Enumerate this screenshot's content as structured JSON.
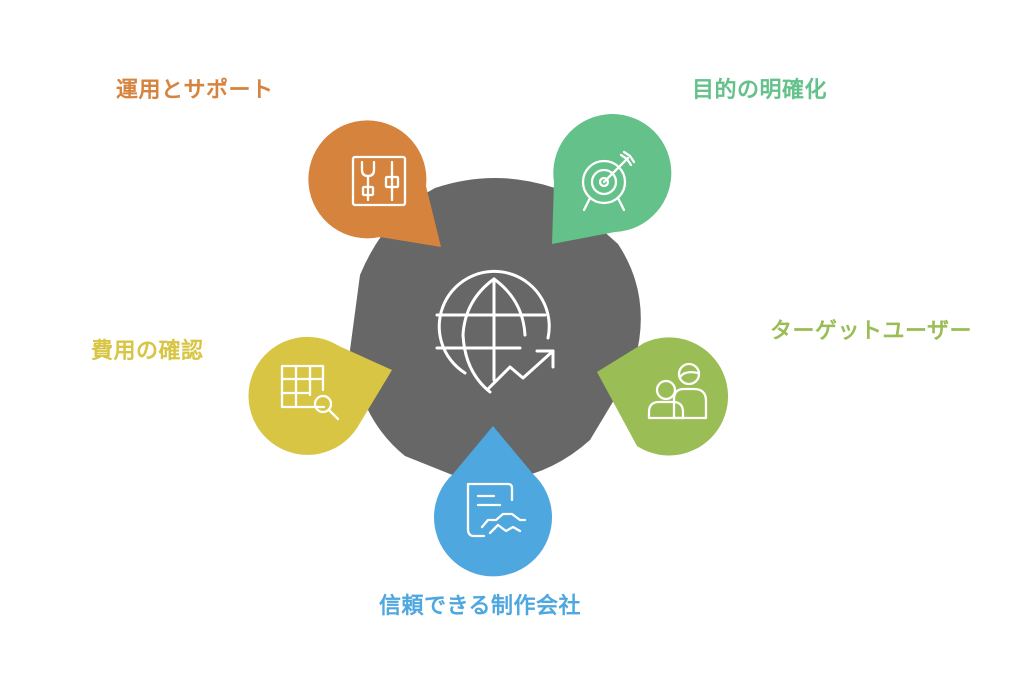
{
  "colors": {
    "center": "#676767",
    "support": "#D6843D",
    "purpose": "#63C189",
    "target": "#9ABD55",
    "cost": "#D8C543",
    "partner": "#4EA7DE",
    "icon_stroke": "#ffffff"
  },
  "center": {
    "icon": "globe-growth-icon"
  },
  "nodes": [
    {
      "key": "support",
      "label": "運用とサポート",
      "icon": "tools-icon",
      "color": "#D6843D"
    },
    {
      "key": "purpose",
      "label": "目的の明確化",
      "icon": "target-icon",
      "color": "#63C189"
    },
    {
      "key": "target",
      "label": "ターゲットユーザー",
      "icon": "users-icon",
      "color": "#9ABD55"
    },
    {
      "key": "cost",
      "label": "費用の確認",
      "icon": "spreadsheet-search-icon",
      "color": "#D8C543"
    },
    {
      "key": "partner",
      "label": "信頼できる制作会社",
      "icon": "contract-handshake-icon",
      "color": "#4EA7DE"
    }
  ]
}
